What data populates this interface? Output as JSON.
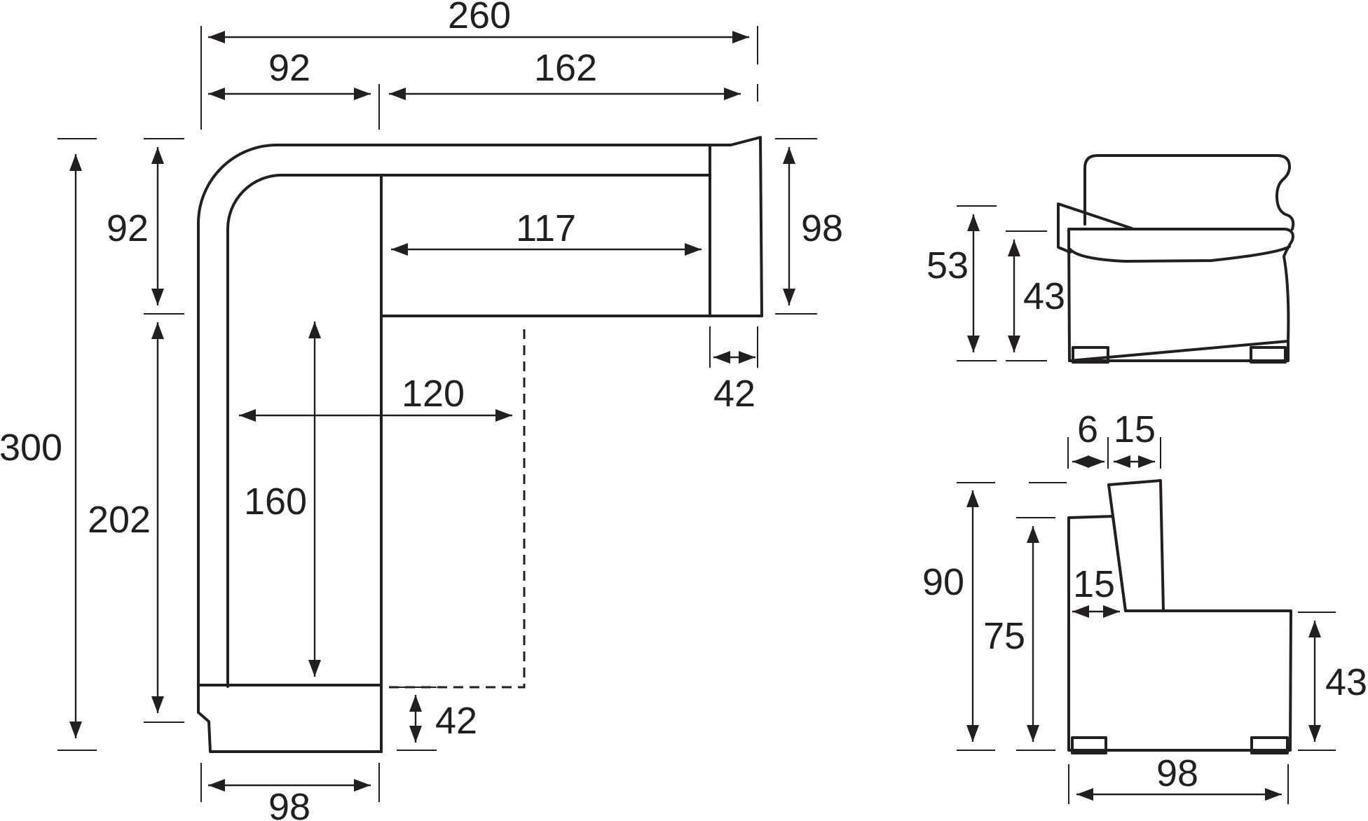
{
  "colors": {
    "line": "#231f20",
    "background": "#ffffff"
  },
  "plan_view": {
    "overall_width": "260",
    "corner_width": "92",
    "long_side_width": "162",
    "overall_height": "300",
    "corner_height": "92",
    "lower_height": "202",
    "seat_length": "117",
    "side_depth": "98",
    "armrest_width": "42",
    "bed_width": "120",
    "bed_length": "160",
    "bottom_armrest": "42",
    "bottom_depth": "98"
  },
  "front_view": {
    "total_height": "53",
    "seat_height": "43"
  },
  "side_view": {
    "back_offset": "6",
    "back_thickness": "15",
    "total_height": "90",
    "armrest_height": "75",
    "inner_offset": "15",
    "seat_height": "43",
    "depth": "98"
  }
}
